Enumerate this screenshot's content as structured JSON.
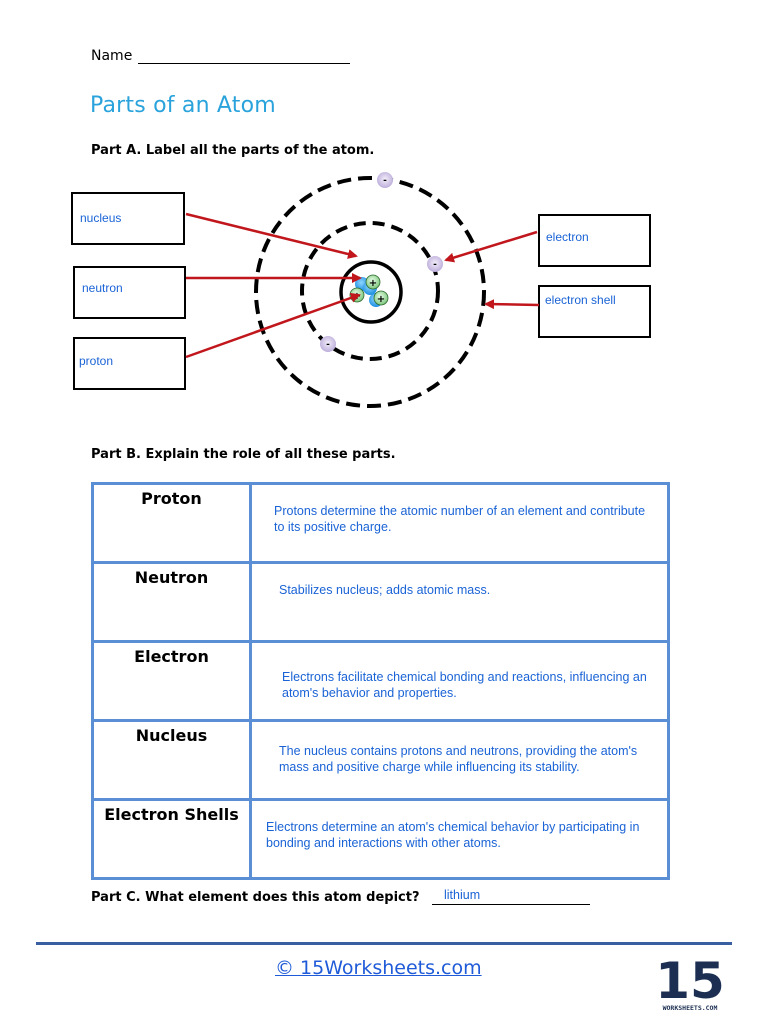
{
  "header": {
    "name_label": "Name"
  },
  "title": "Parts of an Atom",
  "part_a": {
    "heading": "Part A. Label all the parts of the atom.",
    "labels": {
      "nucleus": "nucleus",
      "neutron": "neutron",
      "proton": "proton",
      "electron": "electron",
      "electron_shell": "electron shell"
    }
  },
  "part_b": {
    "heading": "Part B. Explain the role of all these parts.",
    "rows": [
      {
        "term": "Proton",
        "description": "Protons determine the atomic number of an element and contribute to its positive charge."
      },
      {
        "term": "Neutron",
        "description": "Stabilizes nucleus; adds atomic mass."
      },
      {
        "term": "Electron",
        "description": "Electrons facilitate chemical bonding and reactions, influencing an atom's behavior and properties."
      },
      {
        "term": "Nucleus",
        "description": "The nucleus contains protons and neutrons, providing the atom's mass and positive charge while influencing its stability."
      },
      {
        "term": "Electron Shells",
        "description": "Electrons determine an atom's chemical behavior by participating in bonding and interactions with other atoms."
      }
    ]
  },
  "part_c": {
    "question": "Part C. What element does this atom depict?",
    "answer": "lithium"
  },
  "footer": {
    "link_text": "© 15Worksheets.com",
    "logo_number": "15",
    "logo_text": "WORKSHEETS.COM"
  },
  "colors": {
    "title": "#2aa3dc",
    "answer_text": "#1a63d6",
    "arrow": "#c0161c",
    "table_border": "#5a8fd6",
    "footer_rule": "#3a5fa0"
  },
  "icons": [
    "electron-icon",
    "proton-plus-icon",
    "neutron-icon",
    "arrow-icon"
  ]
}
